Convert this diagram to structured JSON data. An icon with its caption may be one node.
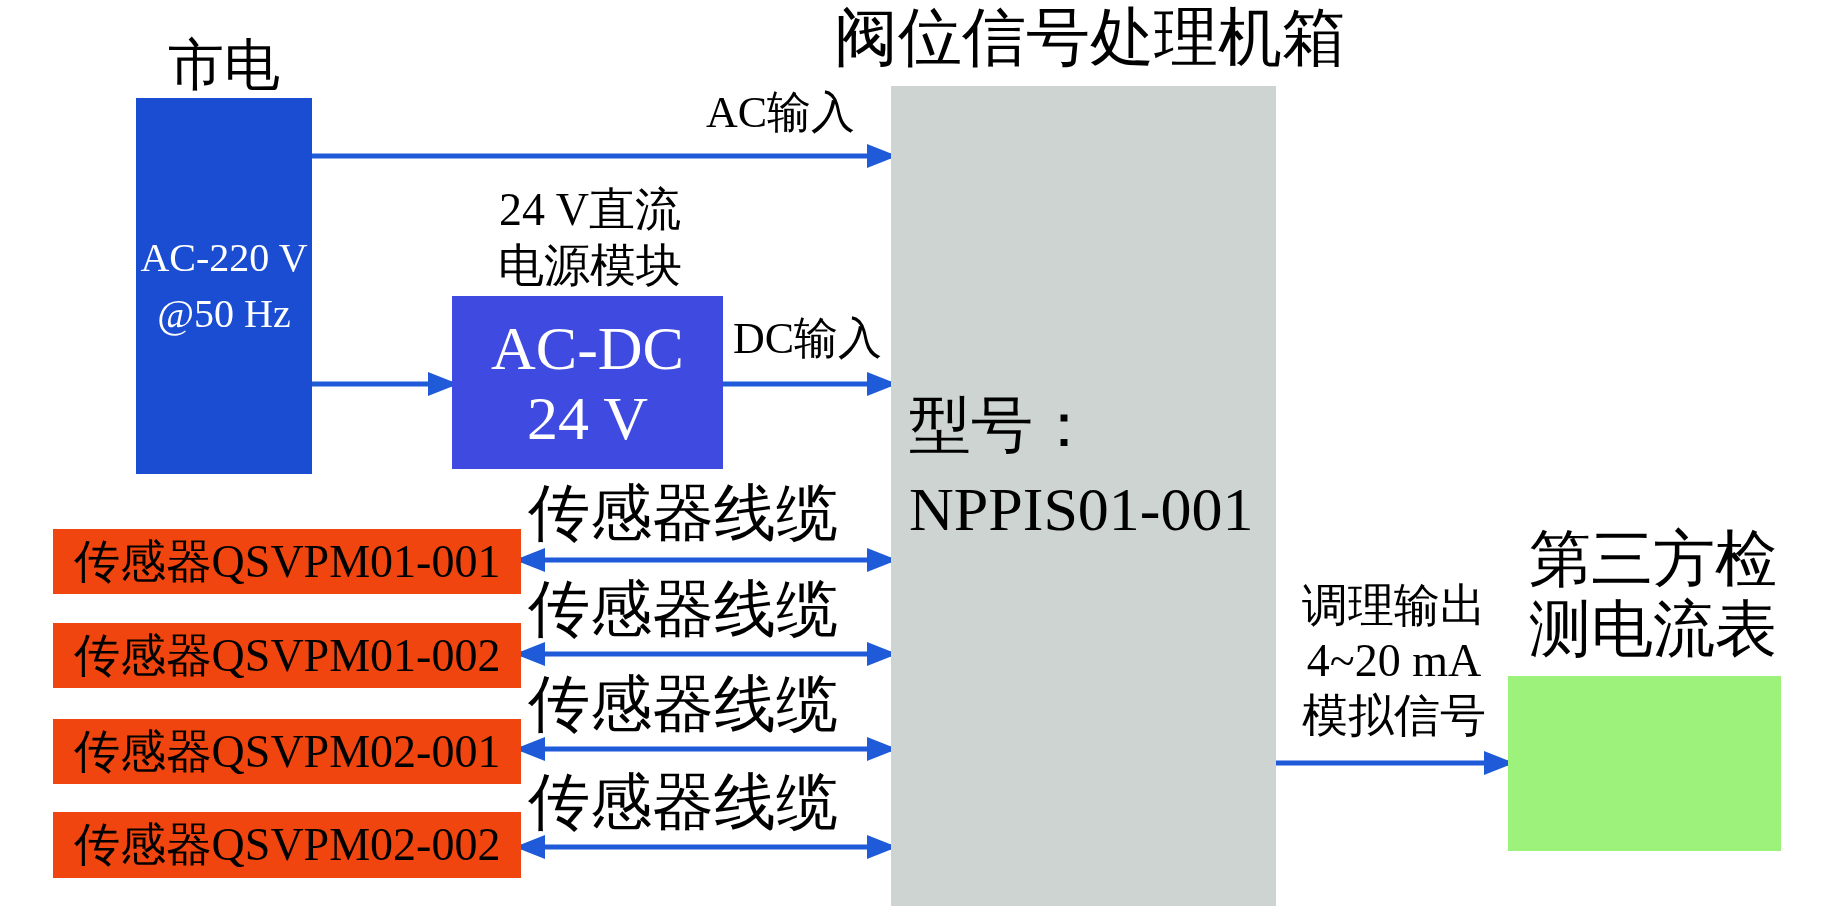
{
  "diagram": {
    "nodes": [
      {
        "text": [
          "市电",
          "AC-220 V @50 Hz"
        ]
      },
      {
        "text": [
          "24 V直流电源模块",
          "AC-DC 24 V"
        ]
      },
      {
        "text": [
          "阀位信号处理机箱",
          "型号：NPPIS01-001"
        ]
      },
      {
        "text": [
          "传感器QSVPM01-001"
        ]
      },
      {
        "text": [
          "传感器QSVPM01-002"
        ]
      },
      {
        "text": [
          "传感器QSVPM02-001"
        ]
      },
      {
        "text": [
          "传感器QSVPM02-002"
        ]
      },
      {
        "text": [
          "第三方检测电流表"
        ]
      }
    ],
    "edges": [
      {
        "from": 0,
        "to": 2,
        "arrow": "to",
        "label": "AC输入"
      },
      {
        "from": 0,
        "to": 1,
        "arrow": "to"
      },
      {
        "from": 1,
        "to": 2,
        "arrow": "to",
        "label": "DC输入"
      },
      {
        "from": 3,
        "to": 2,
        "arrow": "both",
        "label": "传感器线缆"
      },
      {
        "from": 4,
        "to": 2,
        "arrow": "both",
        "label": "传感器线缆"
      },
      {
        "from": 5,
        "to": 2,
        "arrow": "both",
        "label": "传感器线缆"
      },
      {
        "from": 6,
        "to": 2,
        "arrow": "both",
        "label": "传感器线缆"
      },
      {
        "from": 2,
        "to": 7,
        "arrow": "to",
        "label": "调理输出4~20 mA模拟信号"
      }
    ]
  }
}
